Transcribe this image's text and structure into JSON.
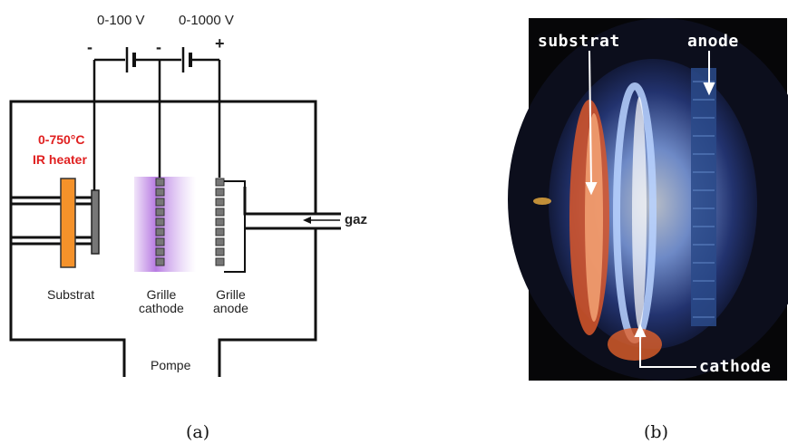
{
  "diagram_a": {
    "voltage_low": "0-100 V",
    "voltage_high": "0-1000 V",
    "sign_minus_left": "-",
    "sign_minus_mid": "-",
    "sign_plus": "+",
    "heater_line1": "0-750°C",
    "heater_line2": "IR heater",
    "substrat": "Substrat",
    "grille_cathode_l1": "Grille",
    "grille_cathode_l2": "cathode",
    "grille_anode_l1": "Grille",
    "grille_anode_l2": "anode",
    "gaz": "gaz",
    "pompe": "Pompe",
    "caption": "(a)"
  },
  "photo_b": {
    "substrat": "substrat",
    "anode": "anode",
    "cathode": "cathode",
    "caption": "(b)"
  },
  "colors": {
    "heater": "#f5922a",
    "heater_text": "#e02020",
    "cathode_glow": "#a050d8",
    "grid_block": "#777777"
  }
}
